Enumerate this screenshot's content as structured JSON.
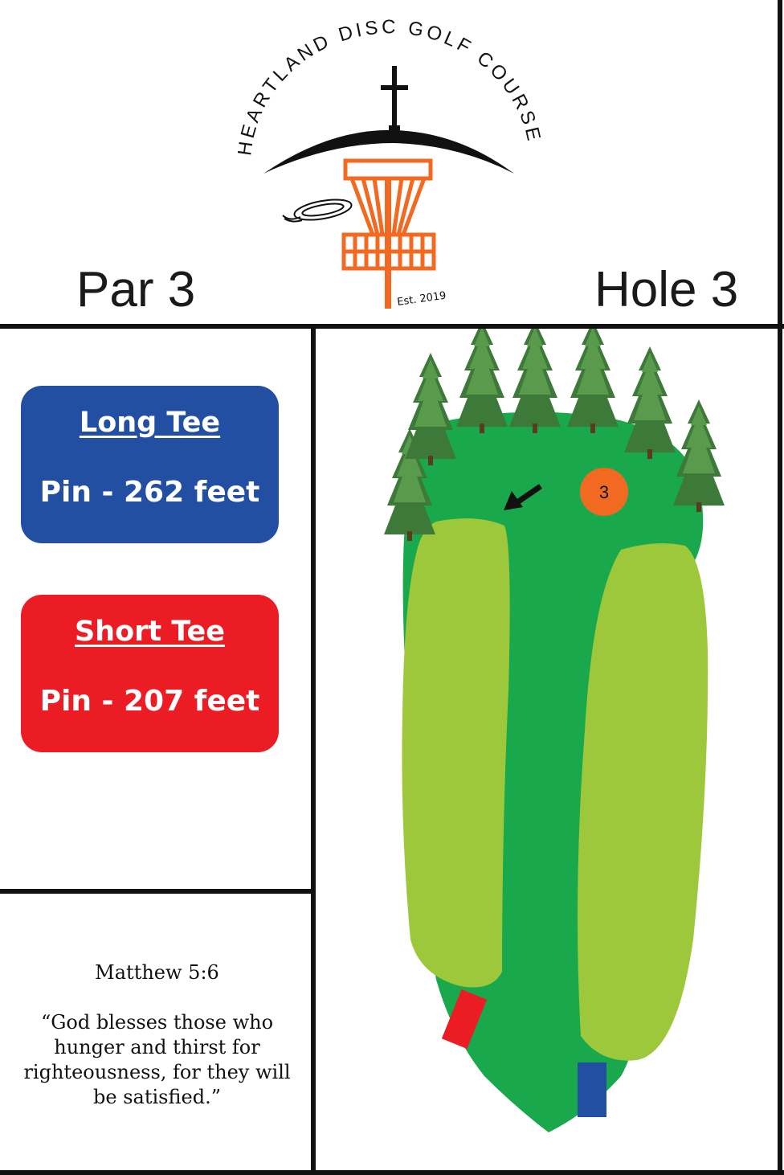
{
  "logo": {
    "arc_text": "HEARTLAND DISC GOLF COURSE",
    "established": "Est. 2019",
    "basket_color": "#f26a21"
  },
  "header": {
    "par_label": "Par 3",
    "hole_label": "Hole 3"
  },
  "tees": {
    "long": {
      "title": "Long Tee",
      "distance": "Pin - 262 feet",
      "color": "#234fa3"
    },
    "short": {
      "title": "Short Tee",
      "distance": "Pin - 207 feet",
      "color": "#ec1c24"
    }
  },
  "verse": {
    "reference": "Matthew 5:6",
    "text": "“God blesses those who hunger and thirst for righteousness, for they will be satisfied.”"
  },
  "map": {
    "hole_marker": "3",
    "fairway_color": "#19a84b",
    "rough_color": "#9dc83b",
    "pin_color": "#f26a21"
  }
}
